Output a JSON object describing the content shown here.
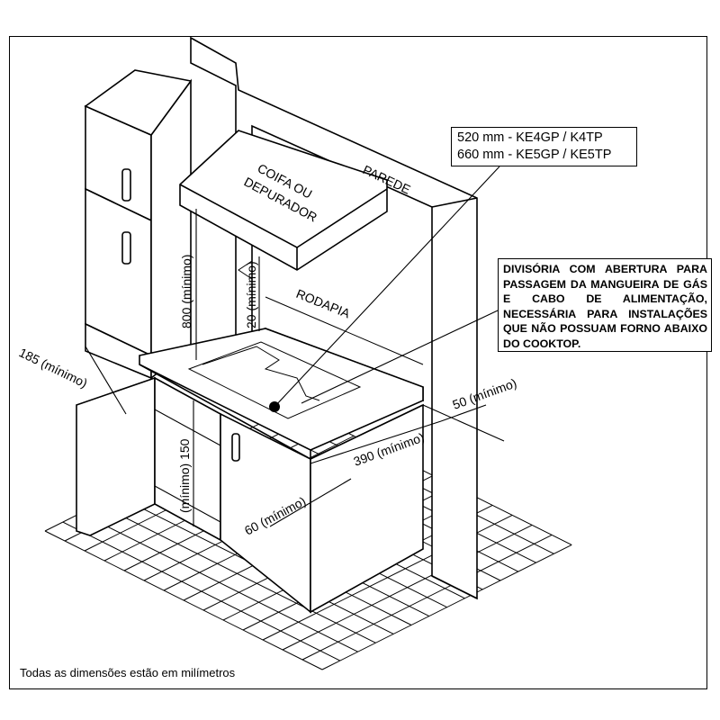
{
  "labels": {
    "hood": [
      "COIFA OU",
      "DEPURADOR"
    ],
    "wall": "PAREDE",
    "baseboard": "RODAPIA"
  },
  "dimensions": {
    "d800": "800 (mínimo)",
    "d20": "20 (mínimo)",
    "d185": "185 (mínimo)",
    "d150": "(mínimo) 150",
    "d60": "60 (mínimo)",
    "d390": "390 (mínimo)",
    "d50": "50 (mínimo)"
  },
  "callout_models": {
    "line1": "520 mm - KE4GP / K4TP",
    "line2": "660 mm - KE5GP / KE5TP"
  },
  "callout_note": "DIVISÓRIA COM ABERTURA PARA PASSAGEM DA MANGUEIRA DE GÁS E CABO DE ALIMENTAÇÃO, NECESSÁRIA PARA INSTALAÇÕES QUE NÃO POSSUAM FORNO ABAIXO DO COOKTOP.",
  "footer": "Todas as dimensões estão em milímetros"
}
